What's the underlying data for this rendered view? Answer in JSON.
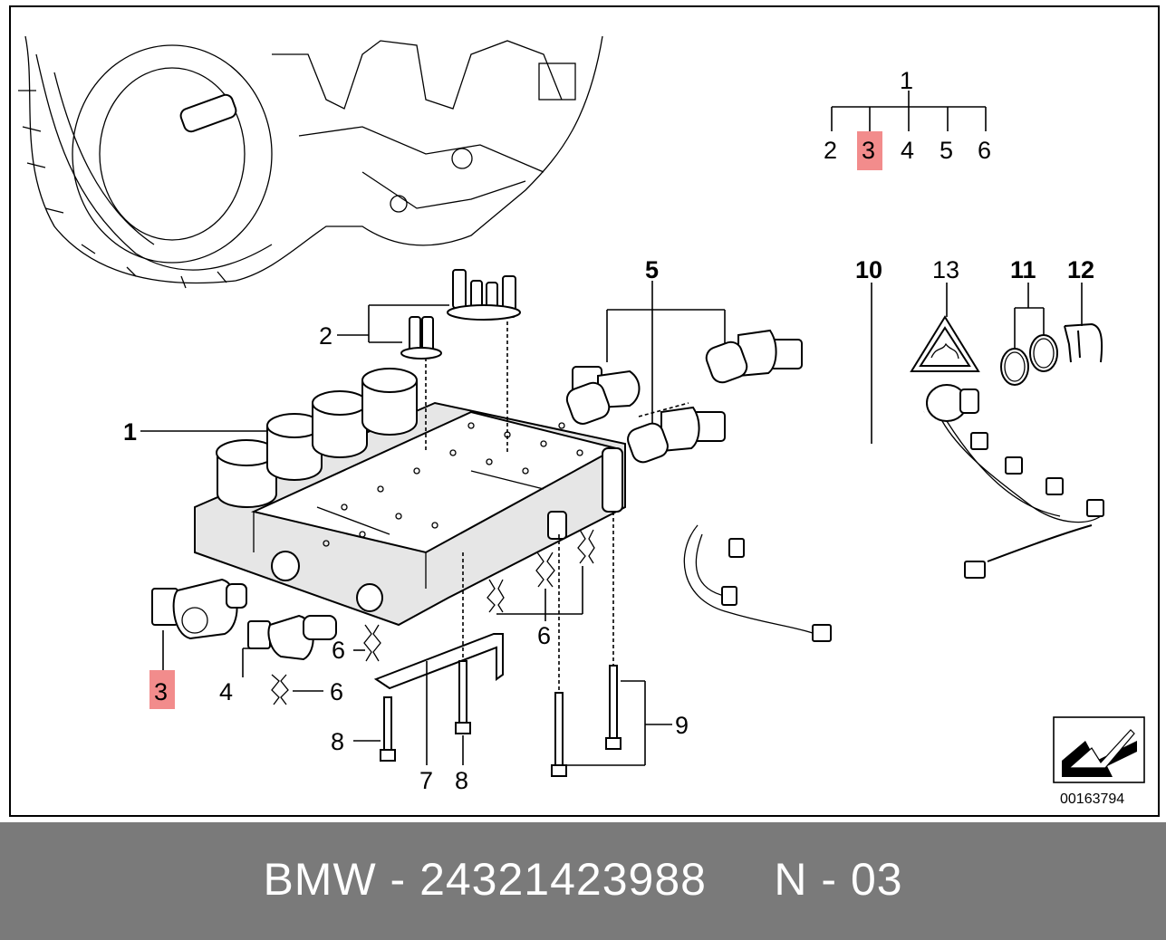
{
  "diagram": {
    "highlight_color": "#f28c8c",
    "callouts": {
      "c1": "1",
      "c2": "2",
      "c3": "3",
      "c4": "4",
      "c5": "5",
      "c6a": "6",
      "c6b": "6",
      "c6c": "6",
      "c7": "7",
      "c8a": "8",
      "c8b": "8",
      "c9": "9",
      "c10": "10",
      "c11": "11",
      "c12": "12",
      "c13": "13"
    },
    "tree": {
      "root": "1",
      "children": [
        "2",
        "3",
        "4",
        "5",
        "6"
      ]
    },
    "reference_number": "00163794"
  },
  "footer": {
    "text": "BMW - 24321423988     N - 03",
    "background": "#7a7a7a"
  }
}
